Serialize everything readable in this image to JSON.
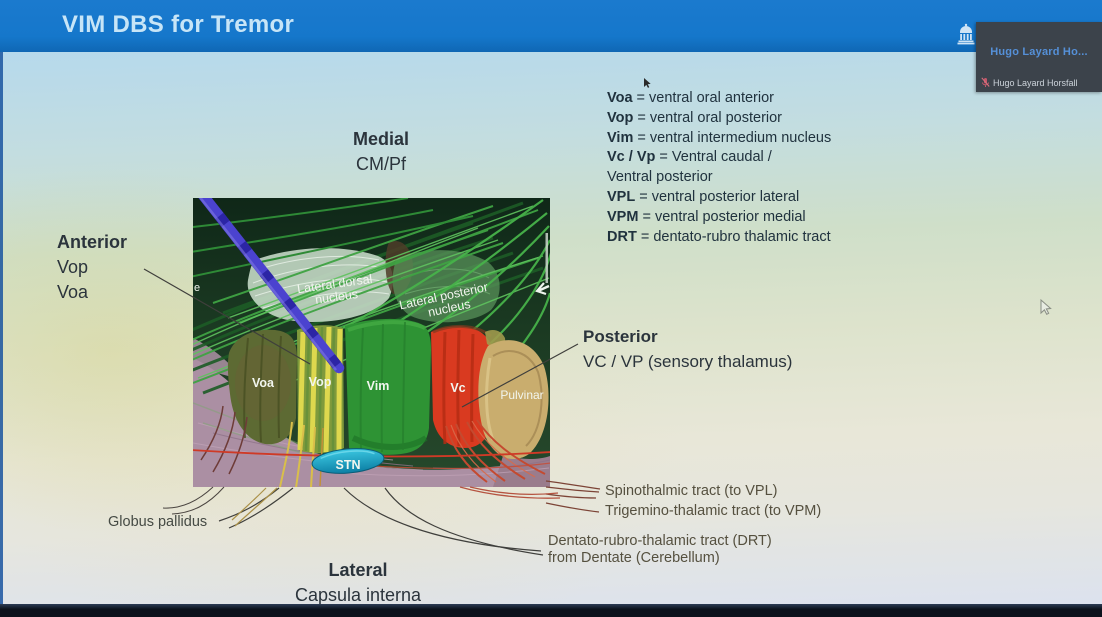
{
  "header": {
    "title": "VIM DBS for Tremor"
  },
  "video_overlay": {
    "name_center": "Hugo Layard Ho...",
    "name_bottom": "Hugo Layard Horsfall",
    "mic_status": "muted"
  },
  "labels": {
    "medial": {
      "title": "Medial",
      "sub": "CM/Pf"
    },
    "anterior": {
      "title": "Anterior",
      "line1": "Vop",
      "line2": "Voa"
    },
    "posterior": {
      "title": "Posterior",
      "sub": "VC / VP (sensory thalamus)"
    },
    "lateral": {
      "title": "Lateral",
      "sub": "Capsula interna"
    },
    "globus": "Globus pallidus"
  },
  "legend": {
    "items": [
      {
        "key": "Voa",
        "rest": " = ventral oral anterior"
      },
      {
        "key": "Vop",
        "rest": " = ventral oral posterior"
      },
      {
        "key": "Vim",
        "rest": " = ventral intermedium nucleus"
      },
      {
        "key": "Vc / Vp",
        "rest": " = Ventral caudal /"
      },
      {
        "key": "",
        "rest": "Ventral posterior"
      },
      {
        "key": "VPL",
        "rest": " = ventral posterior lateral"
      },
      {
        "key": "VPM",
        "rest": " = ventral posterior medial"
      },
      {
        "key": "DRT",
        "rest": " = dentato-rubro thalamic tract"
      }
    ]
  },
  "tracts": {
    "spinothalamic": "Spinothalmic tract (to VPL)",
    "trigemino": "Trigemino-thalamic tract (to VPM)",
    "dentato_line1": "Dentato-rubro-thalamic tract (DRT)",
    "dentato_line2": "from Dentate (Cerebellum)"
  },
  "figure": {
    "lateral_dorsal_1": "Lateral dorsal",
    "lateral_dorsal_2": "nucleus",
    "lateral_posterior_1": "Lateral posterior",
    "lateral_posterior_2": "nucleus",
    "voa": "Voa",
    "vop": "Vop",
    "vim": "Vim",
    "vc": "Vc",
    "pulvinar": "Pulvinar",
    "stn": "STN",
    "edge_text": "e"
  },
  "colors": {
    "titlebar_blue": "#1577cb",
    "title_text": "#c7e5f7",
    "video_tile_bg": "#3c434b",
    "video_name_blue": "#5590d8",
    "electrode_blue": "#4b43cf",
    "vim_green": "#2e9334",
    "vc_red": "#d93a20",
    "vop_yellow": "#ded84e",
    "voa_olive": "#5d6a33",
    "pulvinar_tan": "#c9ad6e",
    "stn_teal": "#1aa9cc",
    "capsule_mauve": "#ab8fa3",
    "red_tract": "#cf3a26"
  }
}
